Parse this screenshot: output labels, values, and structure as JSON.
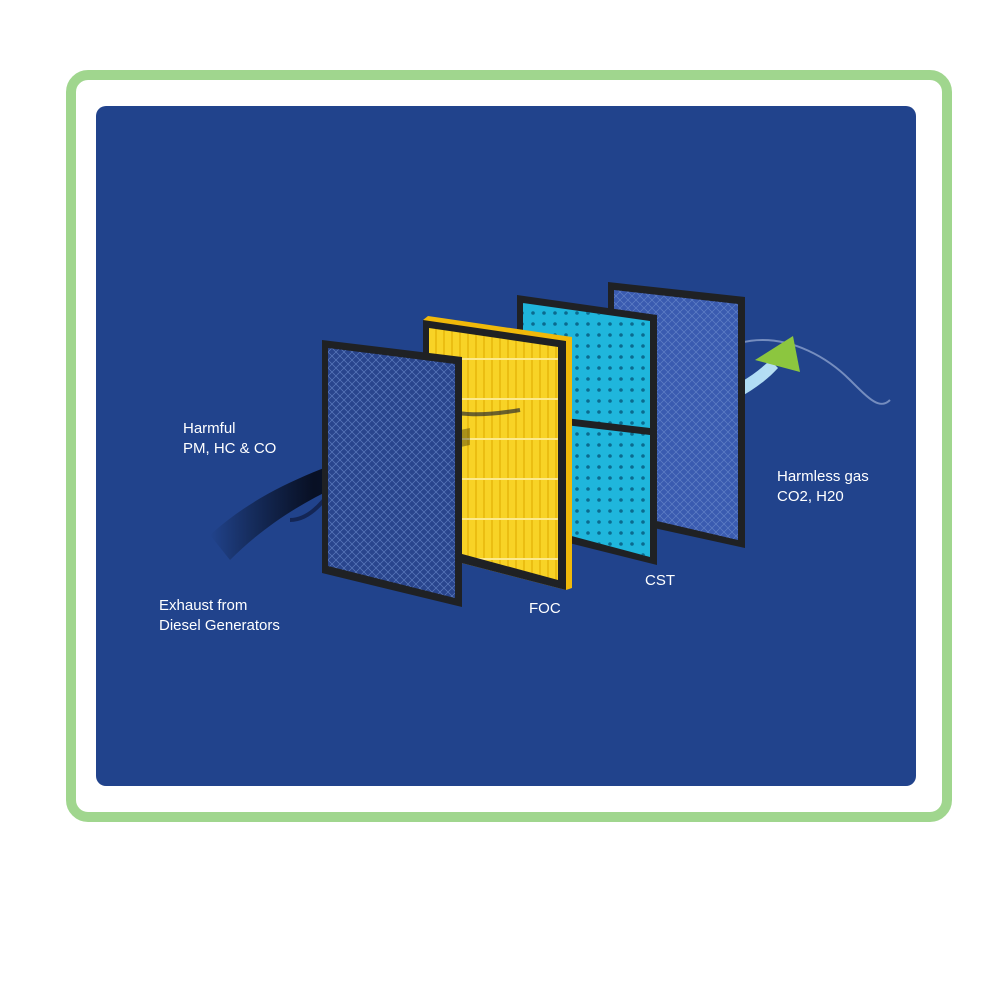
{
  "labels": {
    "harmful_line1": "Harmful",
    "harmful_line2": "PM, HC & CO",
    "exhaust_line1": "Exhaust from",
    "exhaust_line2": "Diesel Generators",
    "foc": "FOC",
    "cst": "CST",
    "harmless_line1": "Harmless gas",
    "harmless_line2": "CO2, H20"
  },
  "colors": {
    "frame_border": "#a0d68e",
    "background": "#21438c",
    "foc": "#f7d21e",
    "cst": "#1fb6dc",
    "arrow_head": "#8cc63f"
  }
}
